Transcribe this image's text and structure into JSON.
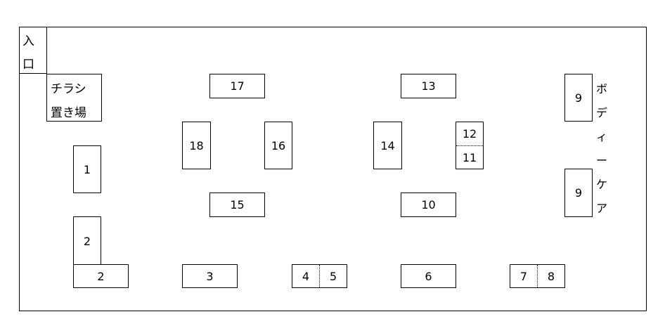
{
  "entrance": [
    "入",
    "口"
  ],
  "flyer_area": [
    "チラシ",
    "置き場"
  ],
  "body_care": [
    "ボ",
    "デ",
    "ィ",
    "ー",
    "ケ",
    "ア"
  ],
  "booths": {
    "b1": "1",
    "b2_upper": "2",
    "b2_lower": "2",
    "b3": "3",
    "b4": "4",
    "b5": "5",
    "b6": "6",
    "b7": "7",
    "b8": "8",
    "b9_top": "9",
    "b9_bottom": "9",
    "b10": "10",
    "b11": "11",
    "b12": "12",
    "b13": "13",
    "b14": "14",
    "b15": "15",
    "b16": "16",
    "b17": "17",
    "b18": "18"
  }
}
